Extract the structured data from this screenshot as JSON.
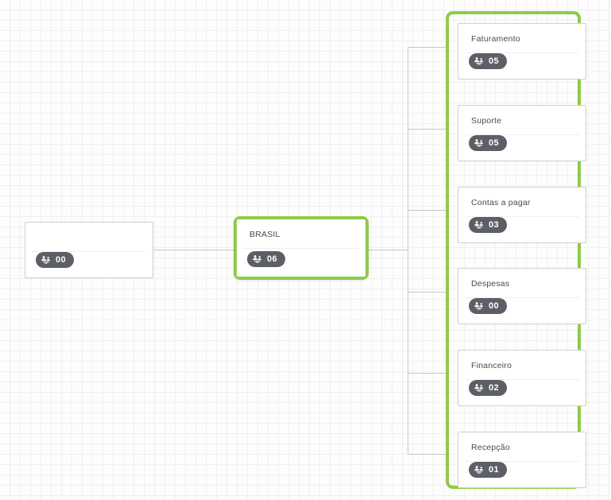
{
  "canvas": {
    "background_color": "#fdfdfd",
    "grid_color": "#f0f0f0",
    "accent_color": "#8fcb48",
    "badge_color": "#5c5f66",
    "line_color": "#c8c8c8"
  },
  "icons": {
    "users_icon": "users-group-icon"
  },
  "root_node": {
    "title": "",
    "count": "00",
    "selected": false
  },
  "brasil_node": {
    "title": "BRASIL",
    "count": "06",
    "selected": true
  },
  "departments": {
    "selected": true,
    "items": [
      {
        "title": "Faturamento",
        "count": "05"
      },
      {
        "title": "Suporte",
        "count": "05"
      },
      {
        "title": "Contas a pagar",
        "count": "03"
      },
      {
        "title": "Despesas",
        "count": "00"
      },
      {
        "title": "Financeiro",
        "count": "02"
      },
      {
        "title": "Recepção",
        "count": "01"
      }
    ]
  }
}
